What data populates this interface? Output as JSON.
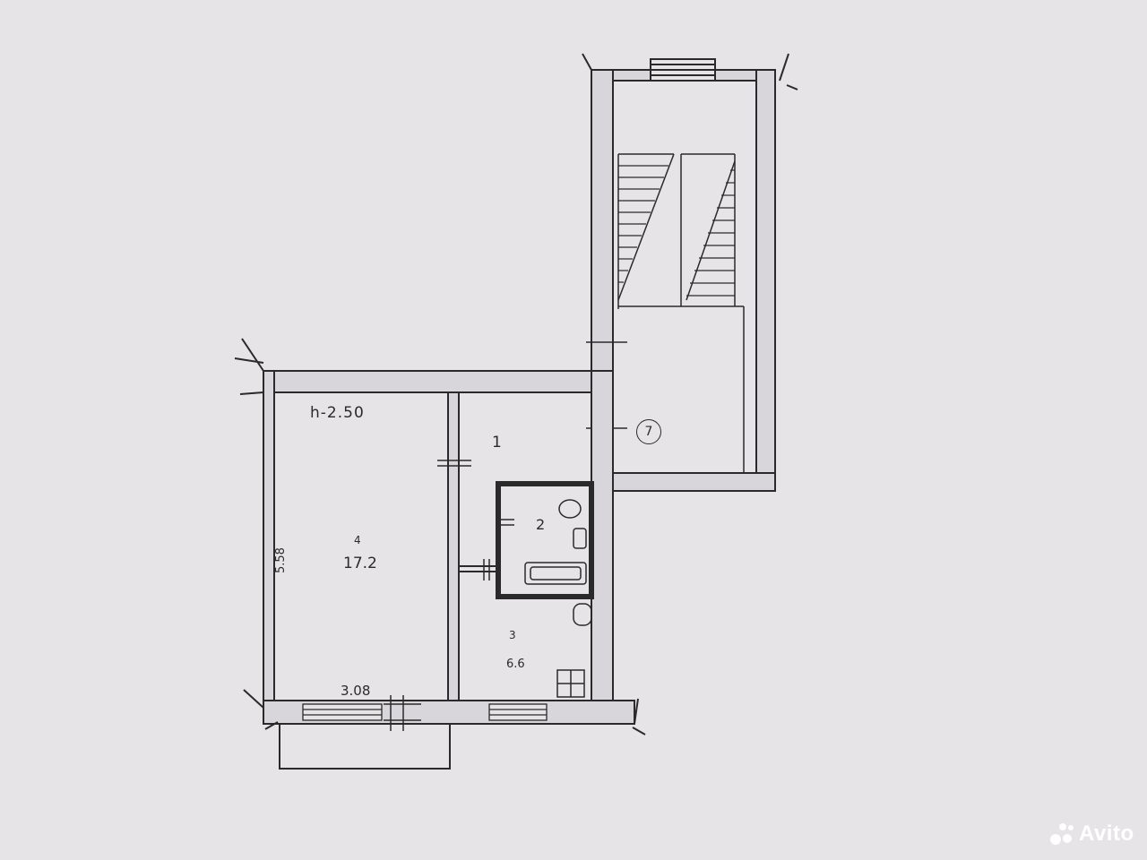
{
  "plan": {
    "ceiling_height": "h-2.50",
    "stair_marker": "7",
    "rooms": [
      {
        "number": "1",
        "area": ""
      },
      {
        "number": "2",
        "area": ""
      },
      {
        "number": "4",
        "area": "17.2"
      },
      {
        "number": "3",
        "area": "6.6"
      }
    ],
    "dimensions": {
      "room4_width": "3.08",
      "room4_length": "5.58"
    }
  },
  "watermark": {
    "text": "Avito",
    "color": "#ffffff"
  },
  "colors": {
    "paper": "#e7e4e8",
    "ink": "#2a2a2a"
  }
}
